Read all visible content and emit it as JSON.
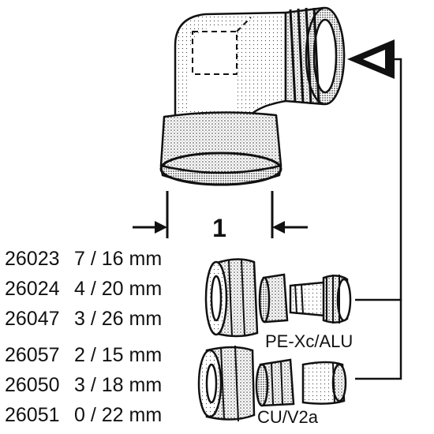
{
  "dimension_label": "1",
  "groups": [
    {
      "material": "PE-Xc/ALU",
      "items": [
        {
          "article": "26023",
          "size": "7 / 16 mm"
        },
        {
          "article": "26024",
          "size": "4 / 20 mm"
        },
        {
          "article": "26047",
          "size": "3 / 26 mm"
        }
      ]
    },
    {
      "material": "CU/V2a",
      "items": [
        {
          "article": "26057",
          "size": "2 / 15 mm"
        },
        {
          "article": "26050",
          "size": "3 / 18 mm"
        },
        {
          "article": "26051",
          "size": "0 / 22 mm"
        }
      ]
    }
  ]
}
